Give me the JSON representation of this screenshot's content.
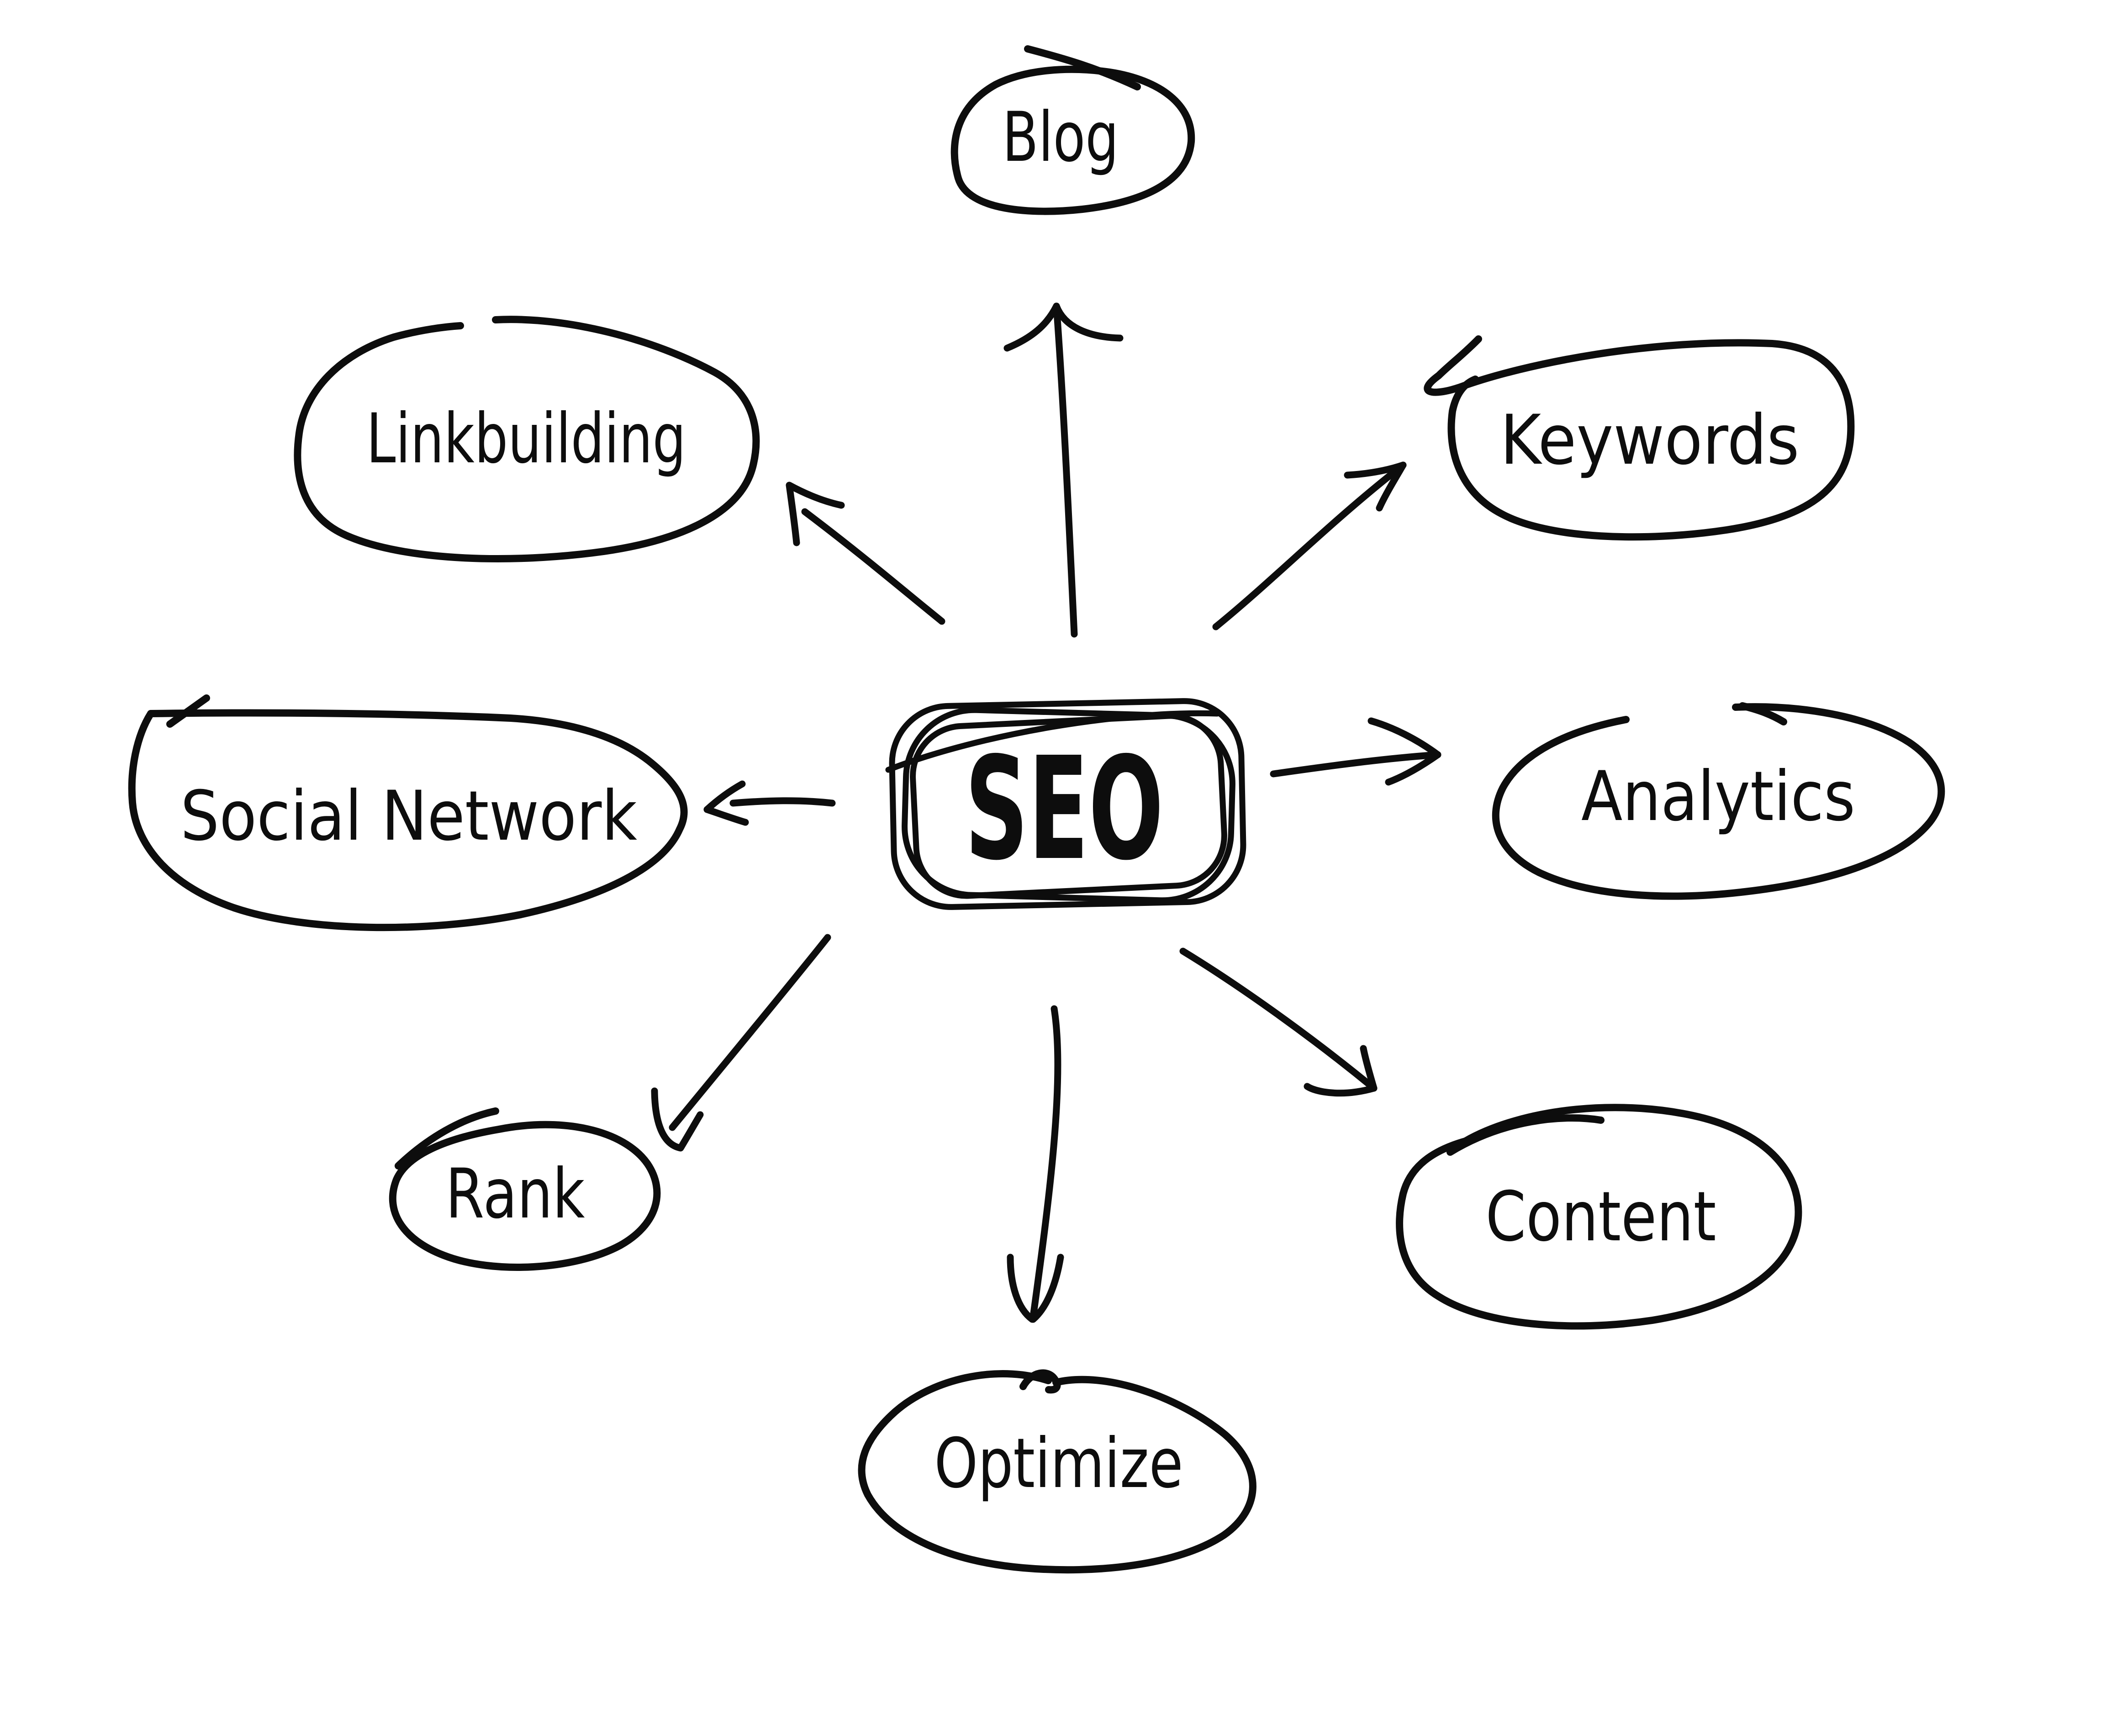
{
  "diagram": {
    "type": "mindmap",
    "background_color": "#ffffff",
    "ink_color": "#0d0d0d",
    "center": {
      "id": "seo",
      "label": "SEO"
    },
    "nodes": [
      {
        "id": "blog",
        "label": "Blog"
      },
      {
        "id": "keywords",
        "label": "Keywords"
      },
      {
        "id": "analytics",
        "label": "Analytics"
      },
      {
        "id": "content",
        "label": "Content"
      },
      {
        "id": "optimize",
        "label": "Optimize"
      },
      {
        "id": "rank",
        "label": "Rank"
      },
      {
        "id": "social-network",
        "label": "Social Network"
      },
      {
        "id": "linkbuilding",
        "label": "Linkbuilding"
      }
    ],
    "edges": [
      {
        "from": "seo",
        "to": "blog",
        "direction": "up"
      },
      {
        "from": "seo",
        "to": "keywords",
        "direction": "up-right"
      },
      {
        "from": "seo",
        "to": "analytics",
        "direction": "right"
      },
      {
        "from": "seo",
        "to": "content",
        "direction": "down-right"
      },
      {
        "from": "seo",
        "to": "optimize",
        "direction": "down"
      },
      {
        "from": "seo",
        "to": "rank",
        "direction": "down-left"
      },
      {
        "from": "seo",
        "to": "social-network",
        "direction": "left"
      },
      {
        "from": "seo",
        "to": "linkbuilding",
        "direction": "up-left"
      }
    ]
  }
}
